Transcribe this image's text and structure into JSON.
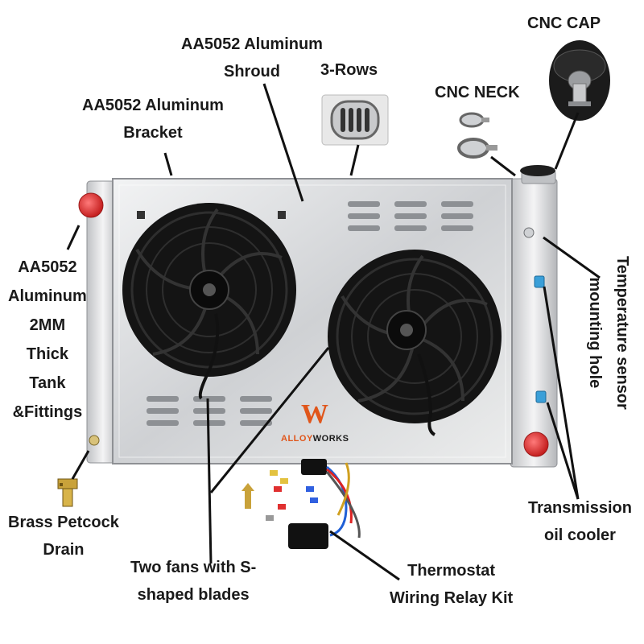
{
  "labels": {
    "cnc_cap": "CNC CAP",
    "shroud": [
      "AA5052 Aluminum",
      "Shroud"
    ],
    "rows": "3-Rows",
    "cnc_neck": "CNC NECK",
    "bracket": [
      "AA5052 Aluminum",
      "Bracket"
    ],
    "tank": [
      "AA5052",
      "Aluminum",
      "2MM",
      "Thick",
      "Tank",
      "&Fittings"
    ],
    "temp_sensor": [
      "Temperature sensor",
      "mounting hole"
    ],
    "petcock": [
      "Brass Petcock",
      "Drain"
    ],
    "fans": [
      "Two fans with S-",
      "shaped blades"
    ],
    "relay_kit": [
      "Thermostat",
      "Wiring Relay Kit"
    ],
    "trans_cooler": [
      "Transmission",
      "oil cooler"
    ]
  },
  "brand": {
    "logo_letter": "W",
    "name_part1": "ALLOY",
    "name_part2": "WORKS",
    "accent_color": "#e0561b"
  },
  "colors": {
    "aluminum": "#d9dadc",
    "aluminum_dark": "#a9abae",
    "fan_black": "#161616",
    "cap_red": "#e23a3a",
    "fitting_blue": "#3a9fd8",
    "brass": "#c9a23a"
  }
}
